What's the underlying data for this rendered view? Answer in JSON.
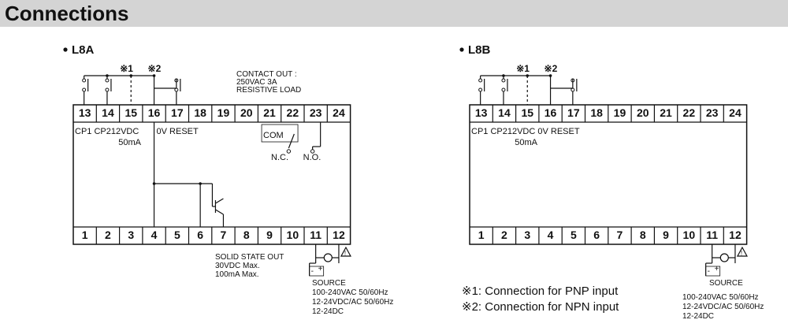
{
  "header": {
    "title": "Connections"
  },
  "l8a": {
    "title": "L8A",
    "mark1": "※1",
    "mark2": "※2",
    "terminals_top": [
      "13",
      "14",
      "15",
      "16",
      "17",
      "18",
      "19",
      "20",
      "21",
      "22",
      "23",
      "24"
    ],
    "terminals_bottom": [
      "1",
      "2",
      "3",
      "4",
      "5",
      "6",
      "7",
      "8",
      "9",
      "10",
      "11",
      "12"
    ],
    "inputs_label": "CP1 CP212VDC",
    "current_label": "50mA",
    "zero_v_reset": "0V RESET",
    "com": "COM",
    "nc": "N.C.",
    "no": "N.O.",
    "contact_out": [
      "CONTACT OUT :",
      "250VAC 3A",
      "RESISTIVE LOAD"
    ],
    "solid_state": [
      "SOLID STATE OUT",
      "30VDC Max.",
      "100mA Max."
    ],
    "source": [
      "SOURCE",
      "100-240VAC 50/60Hz",
      "12-24VDC/AC 50/60Hz",
      "12-24DC"
    ],
    "minus": "-",
    "plus": "+"
  },
  "l8b": {
    "title": "L8B",
    "mark1": "※1",
    "mark2": "※2",
    "terminals_top": [
      "13",
      "14",
      "15",
      "16",
      "17",
      "18",
      "19",
      "20",
      "21",
      "22",
      "23",
      "24"
    ],
    "terminals_bottom": [
      "1",
      "2",
      "3",
      "4",
      "5",
      "6",
      "7",
      "8",
      "9",
      "10",
      "11",
      "12"
    ],
    "inputs_label": "CP1 CP212VDC 0V RESET",
    "current_label": "50mA",
    "source": [
      "SOURCE",
      "100-240VAC 50/60Hz",
      "12-24VDC/AC 50/60Hz",
      "12-24DC"
    ],
    "minus": "-",
    "plus": "+"
  },
  "notes": [
    "※1: Connection for PNP input",
    "※2: Connection for NPN input"
  ]
}
